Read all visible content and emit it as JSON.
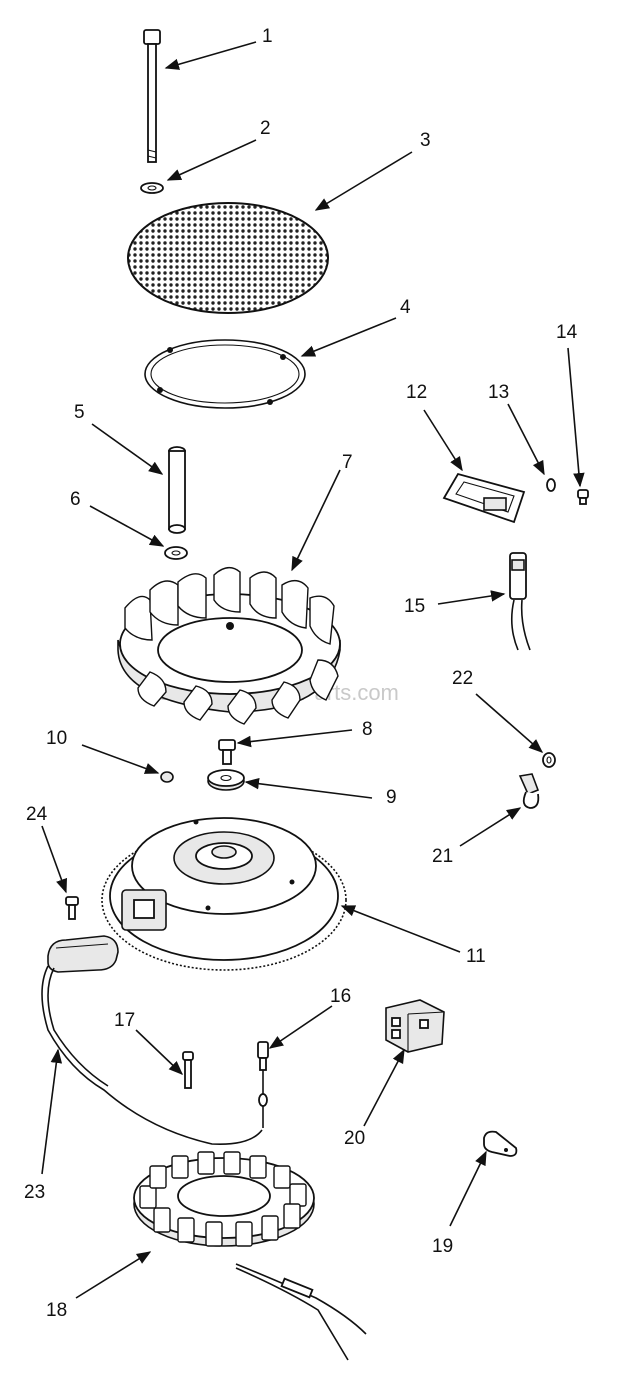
{
  "watermark": "eReplacementParts.com",
  "callouts": [
    {
      "number": "1"
    },
    {
      "number": "2"
    },
    {
      "number": "3"
    },
    {
      "number": "4"
    },
    {
      "number": "5"
    },
    {
      "number": "6"
    },
    {
      "number": "7"
    },
    {
      "number": "8"
    },
    {
      "number": "9"
    },
    {
      "number": "10"
    },
    {
      "number": "11"
    },
    {
      "number": "12"
    },
    {
      "number": "13"
    },
    {
      "number": "14"
    },
    {
      "number": "15"
    },
    {
      "number": "16"
    },
    {
      "number": "17"
    },
    {
      "number": "18"
    },
    {
      "number": "19"
    },
    {
      "number": "20"
    },
    {
      "number": "21"
    },
    {
      "number": "22"
    },
    {
      "number": "23"
    },
    {
      "number": "24"
    }
  ]
}
